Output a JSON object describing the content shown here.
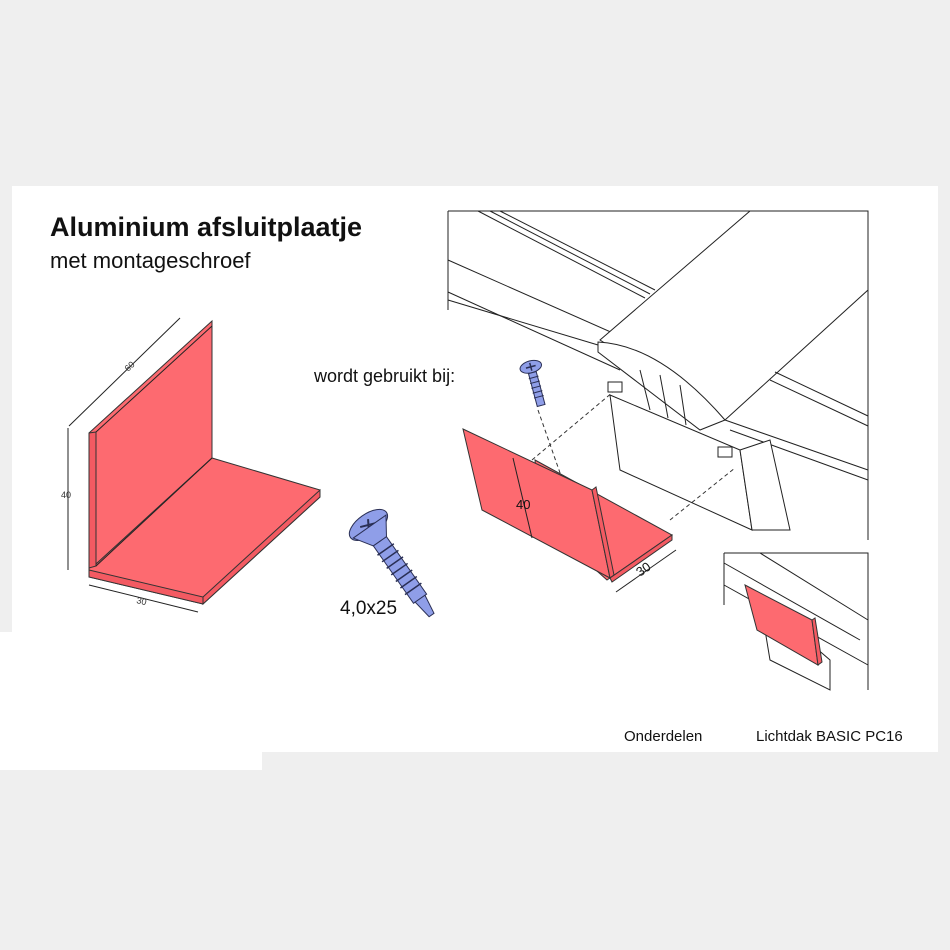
{
  "title": "Aluminium afsluitplaatje",
  "subtitle": "met montageschroef",
  "used_with_label": "wordt gebruikt bij:",
  "screw_size": "4,0x25",
  "dimensions": {
    "length": "60",
    "height": "40",
    "depth": "30"
  },
  "detail_dimensions": {
    "height": "40",
    "depth": "30"
  },
  "footer": {
    "section": "Onderdelen",
    "product": "Lichtdak BASIC PC16"
  },
  "colors": {
    "plate": "#fd6a70",
    "screw": "#8f9ee8",
    "background": "#efefef"
  }
}
